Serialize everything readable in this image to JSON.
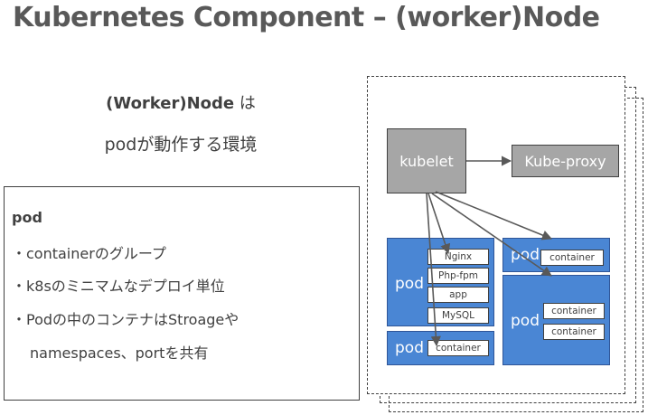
{
  "title": "Kubernetes Component – (worker)Node",
  "intro": {
    "line1_bold": "(Worker)Node",
    "line1_rest": " は",
    "line2": "podが動作する環境"
  },
  "pod_box": {
    "heading": "pod",
    "bullets": [
      "・containerのグループ",
      "・k8sのミニマムなデプロイ単位",
      "・Podの中のコンテナはStroageや",
      "namespaces、portを共有"
    ]
  },
  "diagram": {
    "kubelet": "kubelet",
    "kube_proxy": "Kube-proxy",
    "pod_label": "pod",
    "pod1_containers": [
      "Nginx",
      "Php-fpm",
      "app",
      "MySQL"
    ],
    "container_label": "container"
  },
  "colors": {
    "pod_blue": "#4a86d4",
    "kubelet_gray": "#a6a6a6",
    "text": "#404040"
  }
}
